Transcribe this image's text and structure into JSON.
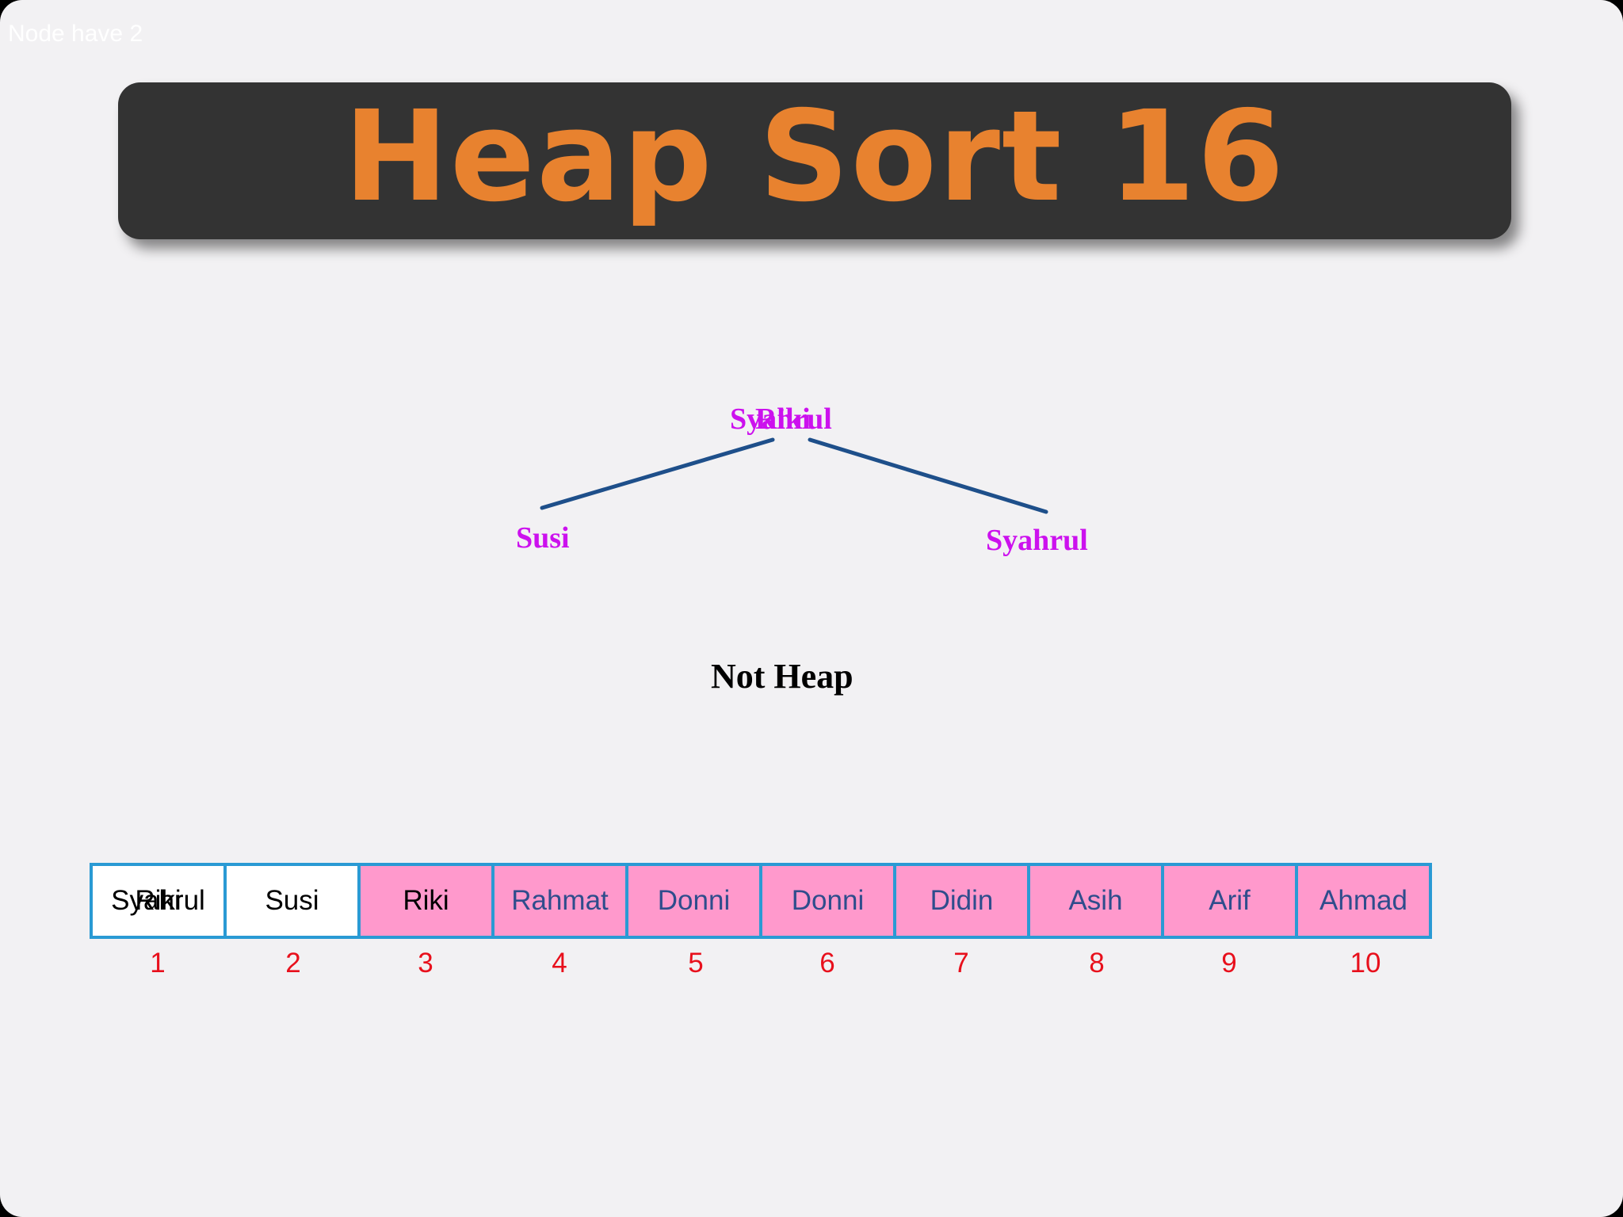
{
  "corner_note": "Node have 2",
  "title": "Heap Sort 16",
  "tree": {
    "root_labels": [
      "Syahrul",
      "Riki"
    ],
    "left_child": "Susi",
    "right_child": "Syahrul"
  },
  "status": "Not Heap",
  "array": [
    {
      "value": "Syahrul",
      "overlay": "Riki",
      "state": "white"
    },
    {
      "value": "Susi",
      "state": "white"
    },
    {
      "value": "Riki",
      "state": "pink-dark"
    },
    {
      "value": "Rahmat",
      "state": "pink"
    },
    {
      "value": "Donni",
      "state": "pink"
    },
    {
      "value": "Donni",
      "state": "pink"
    },
    {
      "value": "Didin",
      "state": "pink"
    },
    {
      "value": "Asih",
      "state": "pink"
    },
    {
      "value": "Arif",
      "state": "pink"
    },
    {
      "value": "Ahmad",
      "state": "pink"
    }
  ],
  "indices": [
    "1",
    "2",
    "3",
    "4",
    "5",
    "6",
    "7",
    "8",
    "9",
    "10"
  ],
  "colors": {
    "title": "#e8822f",
    "title_bar": "#333333",
    "node_text": "#cc11ee",
    "edge": "#1e4f8a",
    "cell_border": "#2a9ad4",
    "sorted_cell": "#ff99cc",
    "index_text": "#e8101c"
  }
}
